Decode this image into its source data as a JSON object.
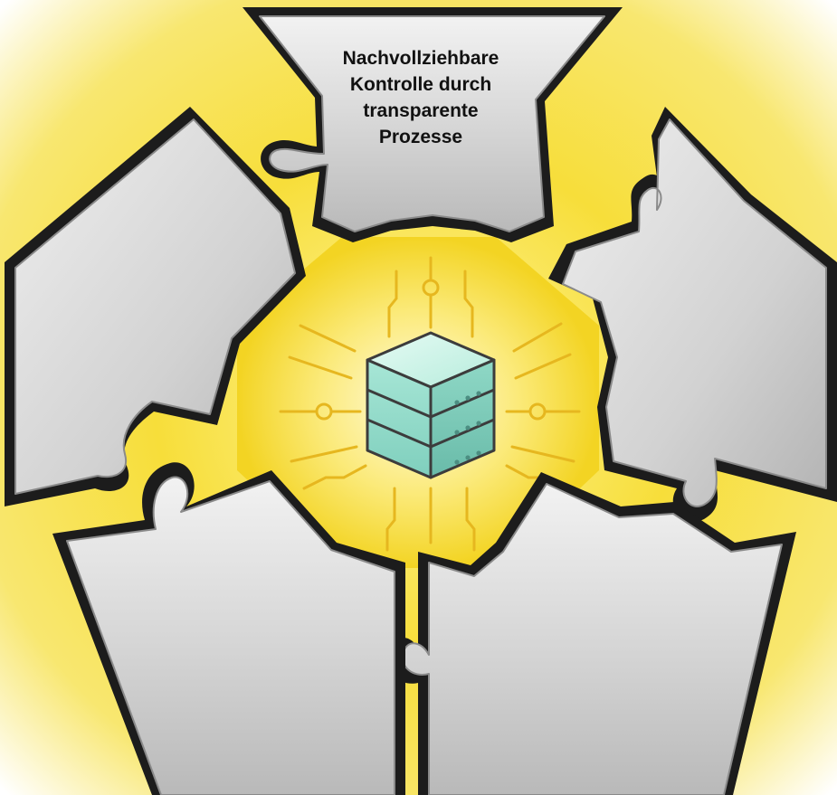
{
  "diagram": {
    "pieces": [
      {
        "id": "top",
        "label": "Nachvollziehbare\nKontrolle durch\ntransparente\nProzesse"
      },
      {
        "id": "right",
        "label": ""
      },
      {
        "id": "bottom-right",
        "label": ""
      },
      {
        "id": "bottom-left",
        "label": ""
      },
      {
        "id": "left",
        "label": ""
      }
    ],
    "center_icon": "database-server-icon",
    "colors": {
      "glow": "#f5dc32",
      "piece_fill": "#d6d6d6",
      "piece_outline": "#1c1c1c",
      "gap_yellow": "#f2d21c",
      "icon_teal": "#8fd8c6"
    }
  }
}
